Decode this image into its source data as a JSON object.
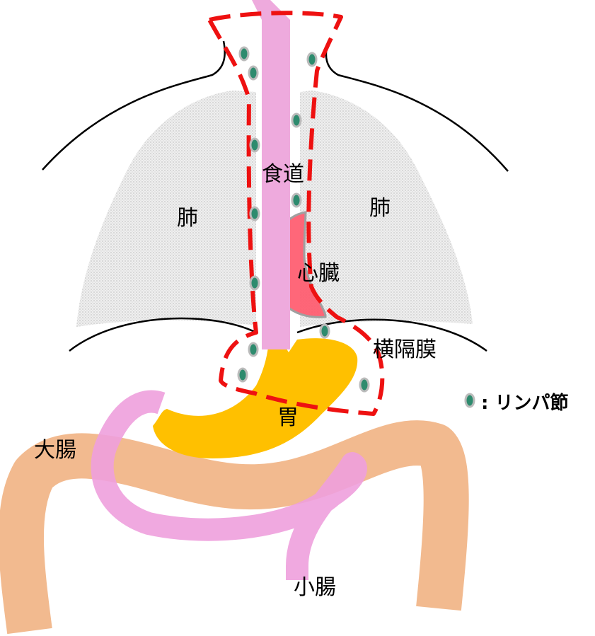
{
  "labels": {
    "esophagus": "食道",
    "lung_left": "肺",
    "lung_right": "肺",
    "heart": "心臓",
    "diaphragm": "横隔膜",
    "stomach": "胃",
    "large_intestine": "大腸",
    "small_intestine": "小腸"
  },
  "legend": {
    "lymph_node": ": リンパ節"
  },
  "colors": {
    "esophagus": "#eeaadd",
    "stomach": "#ffc000",
    "large_intestine": "#f0b080",
    "small_intestine": "#eea0dd",
    "heart_fill": "#ff5a6e",
    "heart_outline": "#a0a0a0",
    "lung": "#e0e0e0",
    "dashed_outline": "#ee1111",
    "lymph_node_fill": "#2e8b6e",
    "lymph_node_outline": "#bbbbbb"
  },
  "icons": {
    "lymph_node": "lymph-node-icon"
  }
}
